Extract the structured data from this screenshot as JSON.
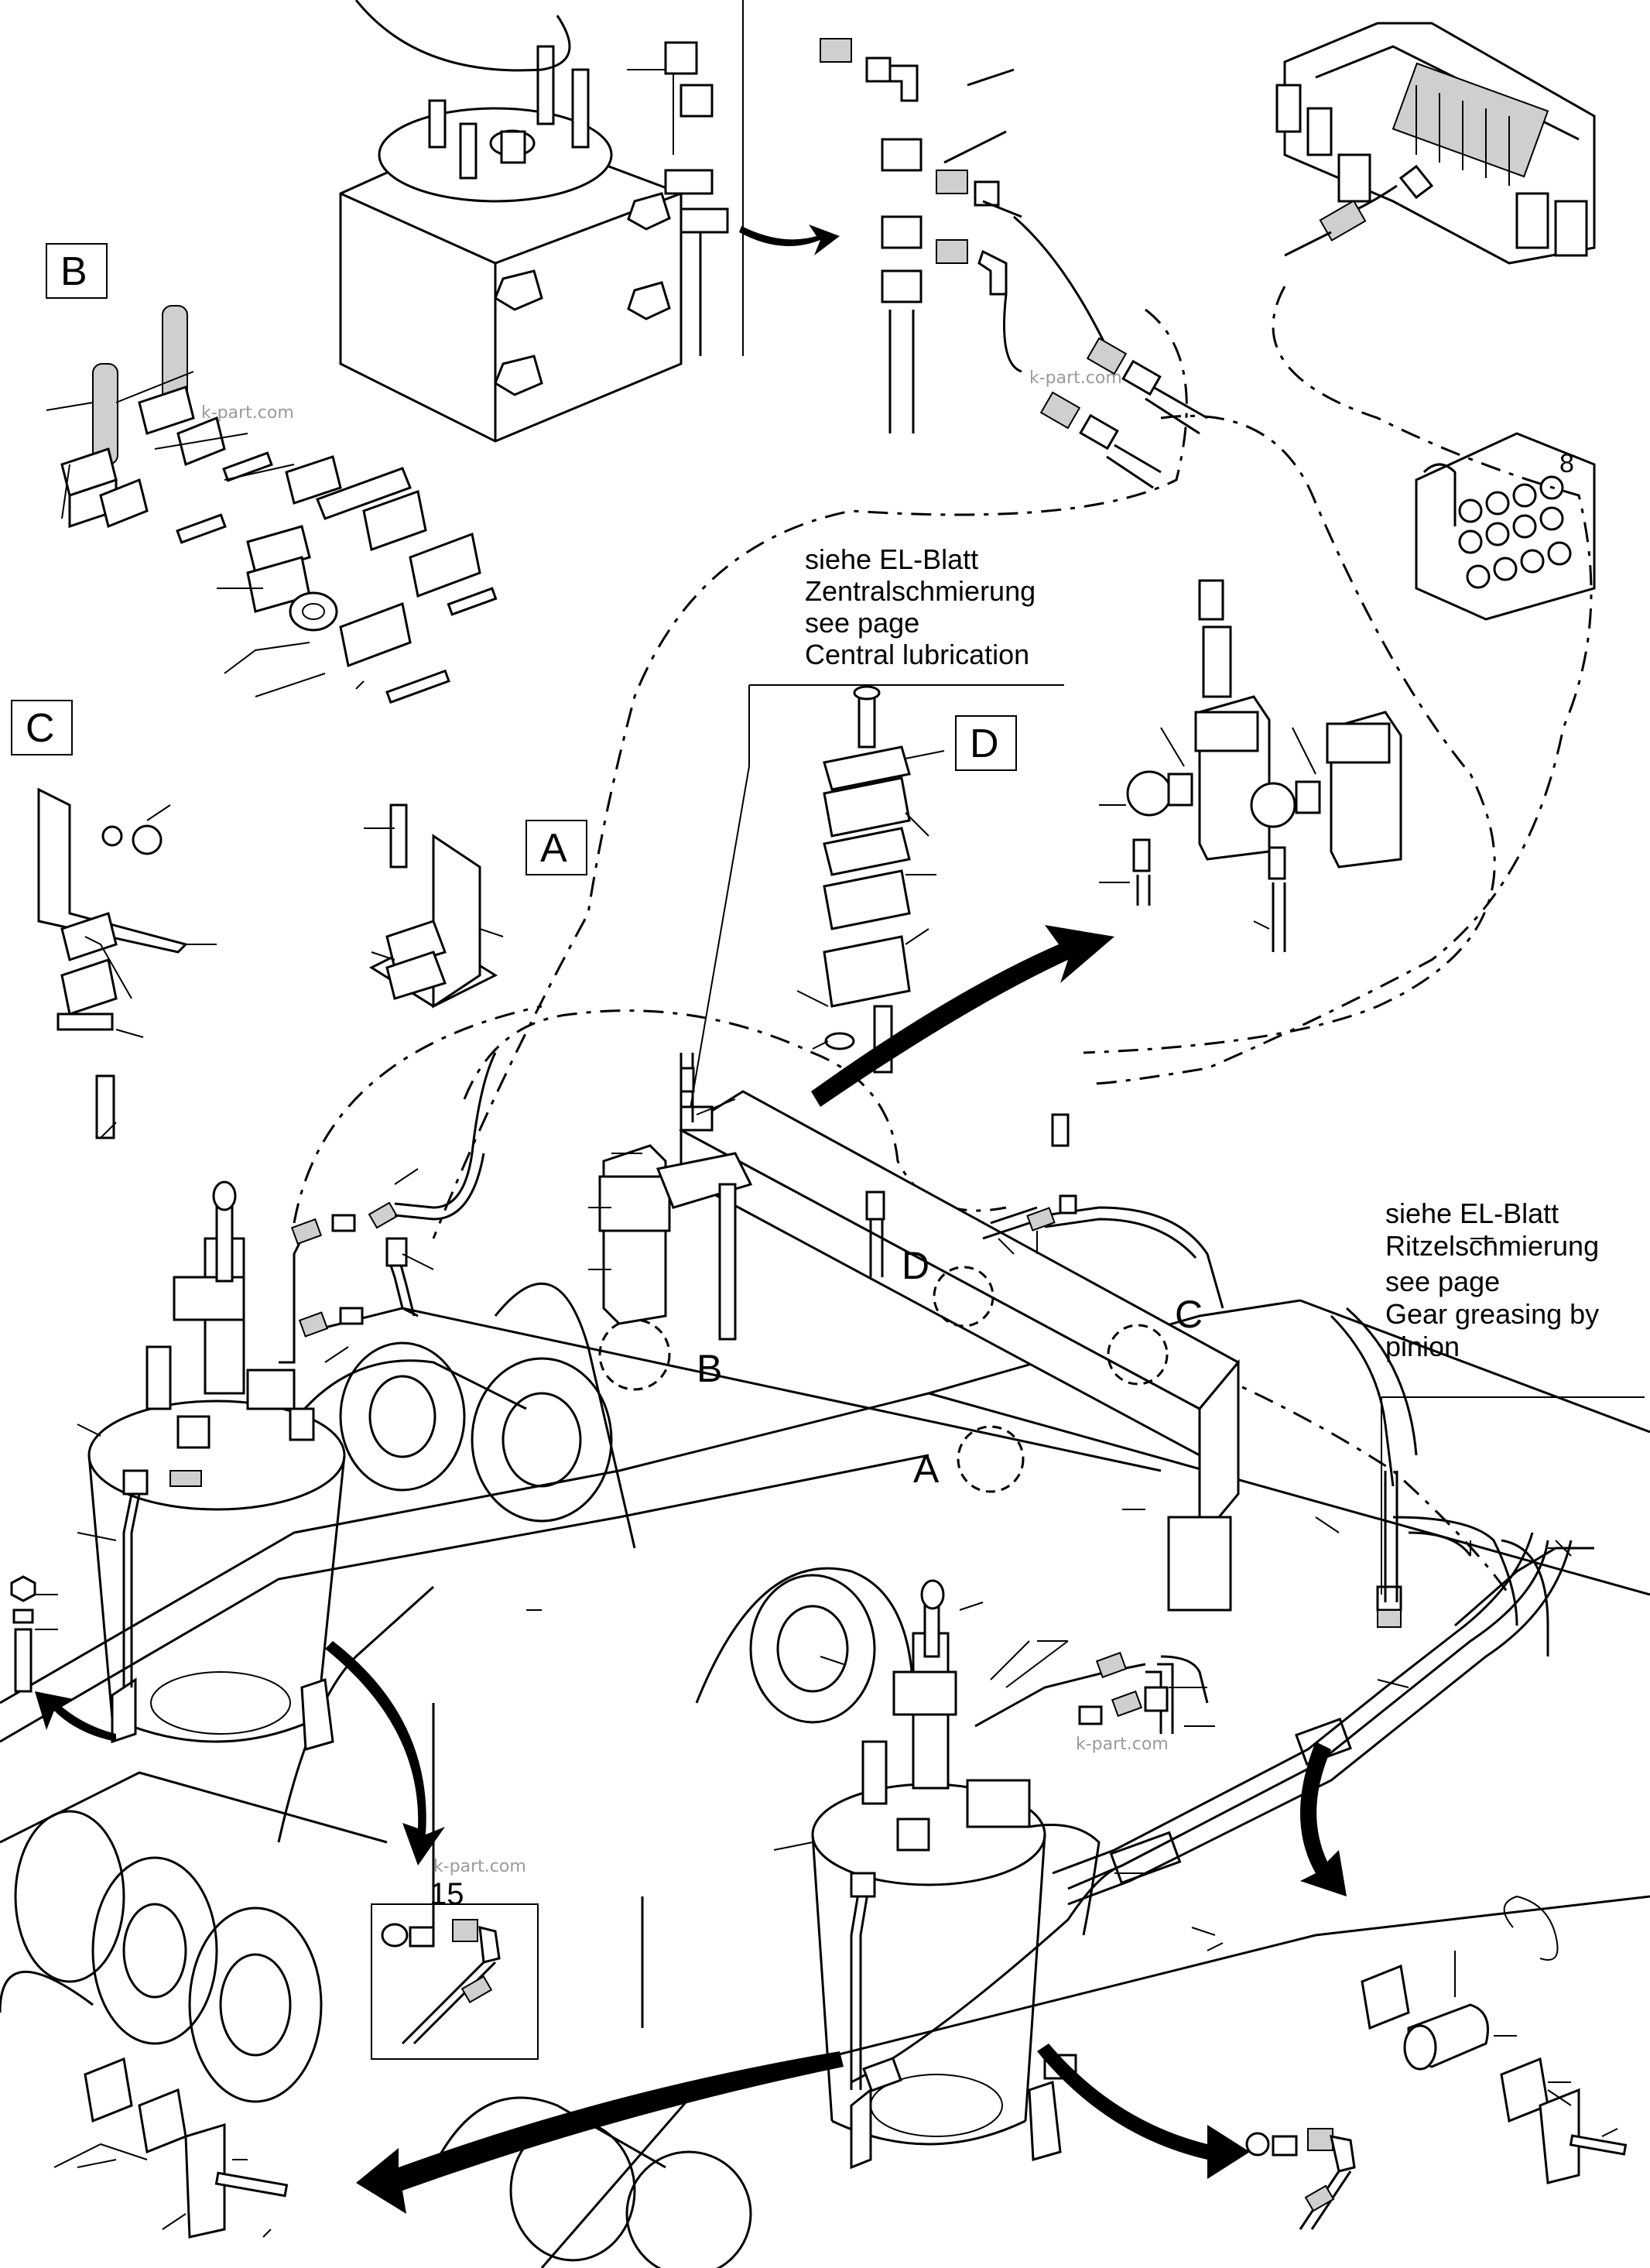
{
  "view_labels": {
    "A": "A",
    "B": "B",
    "C": "C",
    "D": "D"
  },
  "callouts": {
    "A": "A",
    "B": "B",
    "C": "C",
    "D": "D"
  },
  "detail_number": "15",
  "connector_number": "8",
  "notes": {
    "central": {
      "line1": "siehe EL-Blatt",
      "line2": "Zentralschmierung",
      "line3": "see page",
      "line4": "Central lubrication"
    },
    "gear": {
      "line1": "siehe EL-Blatt",
      "line2": "Ritzelschmierung",
      "line3": "see page",
      "line4": "Gear greasing by",
      "line5": "pinion"
    }
  },
  "watermarks": [
    "k-part.com",
    "k-part.com",
    "k-part.com",
    "k-part.com"
  ]
}
